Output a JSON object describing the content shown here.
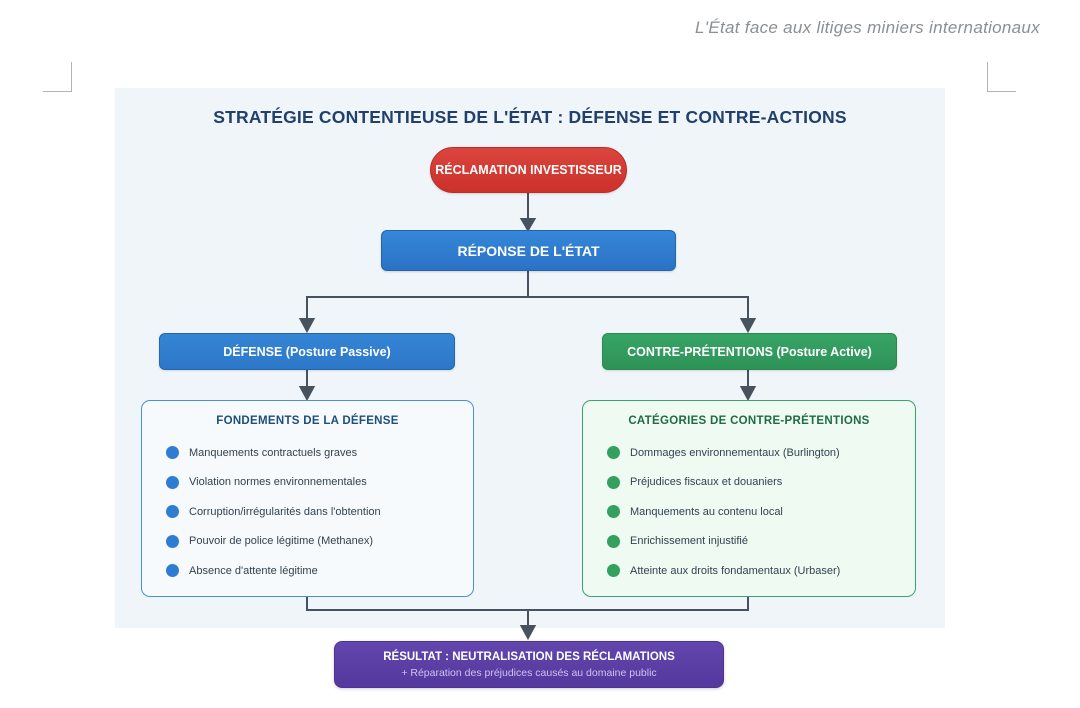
{
  "page": {
    "header": "L'État face aux litiges miniers internationaux",
    "title": "STRATÉGIE CONTENTIEUSE DE L'ÉTAT : DÉFENSE ET CONTRE-ACTIONS"
  },
  "flow": {
    "claim": "RÉCLAMATION INVESTISSEUR",
    "response": "RÉPONSE DE L'ÉTAT",
    "defense_branch": "DÉFENSE (Posture Passive)",
    "counter_branch": "CONTRE-PRÉTENTIONS (Posture Active)",
    "result_title": "RÉSULTAT : NEUTRALISATION DES RÉCLAMATIONS",
    "result_subtitle": "+ Réparation des préjudices causés au domaine public"
  },
  "defense_panel": {
    "title": "FONDEMENTS DE LA DÉFENSE",
    "items": [
      "Manquements contractuels graves",
      "Violation normes environnementales",
      "Corruption/irrégularités dans l'obtention",
      "Pouvoir de police légitime (Methanex)",
      "Absence d'attente légitime"
    ]
  },
  "counter_panel": {
    "title": "CATÉGORIES DE CONTRE-PRÉTENTIONS",
    "items": [
      "Dommages environnementaux (Burlington)",
      "Préjudices fiscaux et douaniers",
      "Manquements au contenu local",
      "Enrichissement injustifié",
      "Atteinte aux droits fondamentaux (Urbaser)"
    ]
  },
  "colors": {
    "claim_red": "#cc312a",
    "state_blue": "#2e7dd1",
    "counter_green": "#33a05e",
    "result_purple": "#5b3da6",
    "connector": "#47525f",
    "board_bg": "#f0f5fa",
    "title_navy": "#21406b"
  }
}
